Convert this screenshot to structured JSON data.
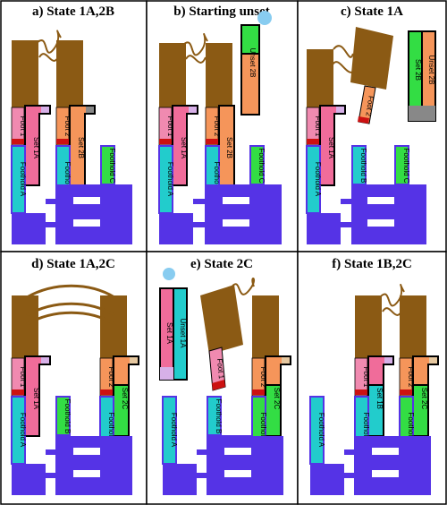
{
  "colors": {
    "strand": "#8b5a14",
    "base": "#5533e6",
    "foothold": "#22cccc",
    "foot": "#f08ab0",
    "set_orange": "#f5955a",
    "set_pink": "#f06c9a",
    "set_green": "#33dd44",
    "cap_red": "#cc1111",
    "cap_grey": "#888888",
    "cap_tan": "#e6c8a0",
    "cap_lilac": "#d7b0e8",
    "fuel_blue": "#88ccf0"
  },
  "panels": [
    {
      "title": "a) State 1A,2B",
      "labels": {
        "foot1": "Foot 1",
        "set1a": "Set 1A",
        "foot2": "Foot 2",
        "set2b": "Set 2B",
        "foothold_a": "Foothold A",
        "foothold_b": "Foothold B",
        "foothold_c": "Foothold C"
      }
    },
    {
      "title": "b) Starting unset",
      "labels": {
        "foot1": "Foot 1",
        "set1a": "Set 1A",
        "foot2": "Foot 2",
        "set2b": "Set 2B",
        "unset2b": "Unset 2B",
        "foothold_a": "Foothold A",
        "foothold_b": "Foothold B",
        "foothold_c": "Foothold C"
      }
    },
    {
      "title": "c) State 1A",
      "labels": {
        "foot1": "Foot 1",
        "set1a": "Set 1A",
        "foot2": "Foot 2",
        "set2b": "Set 2B",
        "unset2b": "Unset 2B",
        "foothold_a": "Foothold A",
        "foothold_b": "Foothold B",
        "foothold_c": "Foothold C"
      }
    },
    {
      "title": "d) State 1A,2C",
      "labels": {
        "foot1": "Foot 1",
        "set1a": "Set 1A",
        "foot2": "Foot 2",
        "set2c": "Set 2C",
        "foothold_a": "Foothold A",
        "foothold_b": "Foothold B",
        "foothold_c": "Foothold C"
      }
    },
    {
      "title": "e) State 2C",
      "labels": {
        "set1a": "Set 1A",
        "unset1a": "Unset 1A",
        "foot1": "Foot 1",
        "foot2": "Foot 2",
        "set2c": "Set 2C",
        "foothold_a": "Foothold A",
        "foothold_b": "Foothold B",
        "foothold_c": "Foothold C"
      }
    },
    {
      "title": "f) State 1B,2C",
      "labels": {
        "foot1": "Foot 1",
        "set1b": "Set 1B",
        "foot2": "Foot 2",
        "set2c": "Set 2C",
        "foothold_a": "Foothold A",
        "foothold_b": "Foothold B",
        "foothold_c": "Foothold C"
      }
    }
  ]
}
